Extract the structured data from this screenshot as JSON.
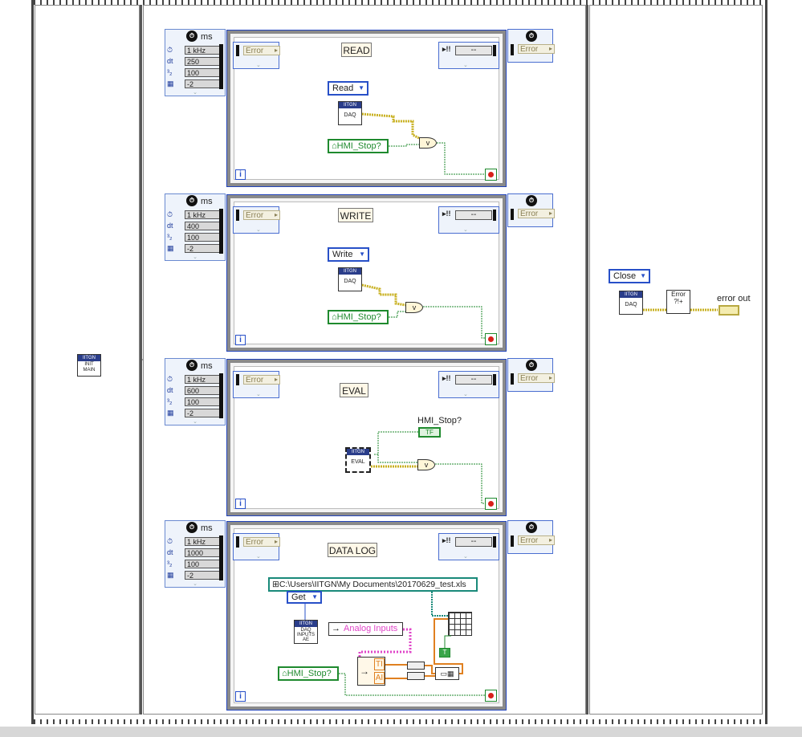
{
  "init_frame": {
    "vi_header": "IITGN",
    "vi_label": "INIT MAIN"
  },
  "loops": [
    {
      "title": "READ",
      "rate": "1 kHz",
      "dt": "250",
      "offset": "100",
      "core": "-2",
      "unit": "ms",
      "error_label": "Error",
      "status_label": "--",
      "enum_label": "Read",
      "daq_header": "IITGN",
      "daq_label": "DAQ",
      "hmi_stop": "HMI_Stop?"
    },
    {
      "title": "WRITE",
      "rate": "1 kHz",
      "dt": "400",
      "offset": "100",
      "core": "-2",
      "unit": "ms",
      "error_label": "Error",
      "status_label": "--",
      "enum_label": "Write",
      "daq_header": "IITGN",
      "daq_label": "DAQ",
      "hmi_stop": "HMI_Stop?"
    },
    {
      "title": "EVAL",
      "rate": "1 kHz",
      "dt": "600",
      "offset": "100",
      "core": "-2",
      "unit": "ms",
      "error_label": "Error",
      "status_label": "--",
      "eval_header": "IITGN",
      "eval_label": "EVAL",
      "hmi_stop_label": "HMI_Stop?",
      "tf_label": "TF"
    },
    {
      "title": "DATA LOG",
      "rate": "1 kHz",
      "dt": "1000",
      "offset": "100",
      "core": "-2",
      "unit": "ms",
      "error_label": "Error",
      "status_label": "--",
      "path": "C:\\Users\\IITGN\\My Documents\\20170629_test.xls",
      "enum_label": "Get",
      "ae_header": "IITGN",
      "ae_label": "DAQ INPUTS AE",
      "analog_inputs": "Analog Inputs",
      "hmi_stop": "HMI_Stop?",
      "ti_label": "TI",
      "ai_label": "AI",
      "true_const": "T"
    }
  ],
  "close_frame": {
    "enum_label": "Close",
    "daq_header": "IITGN",
    "daq_label": "DAQ",
    "error_out": "error out"
  }
}
